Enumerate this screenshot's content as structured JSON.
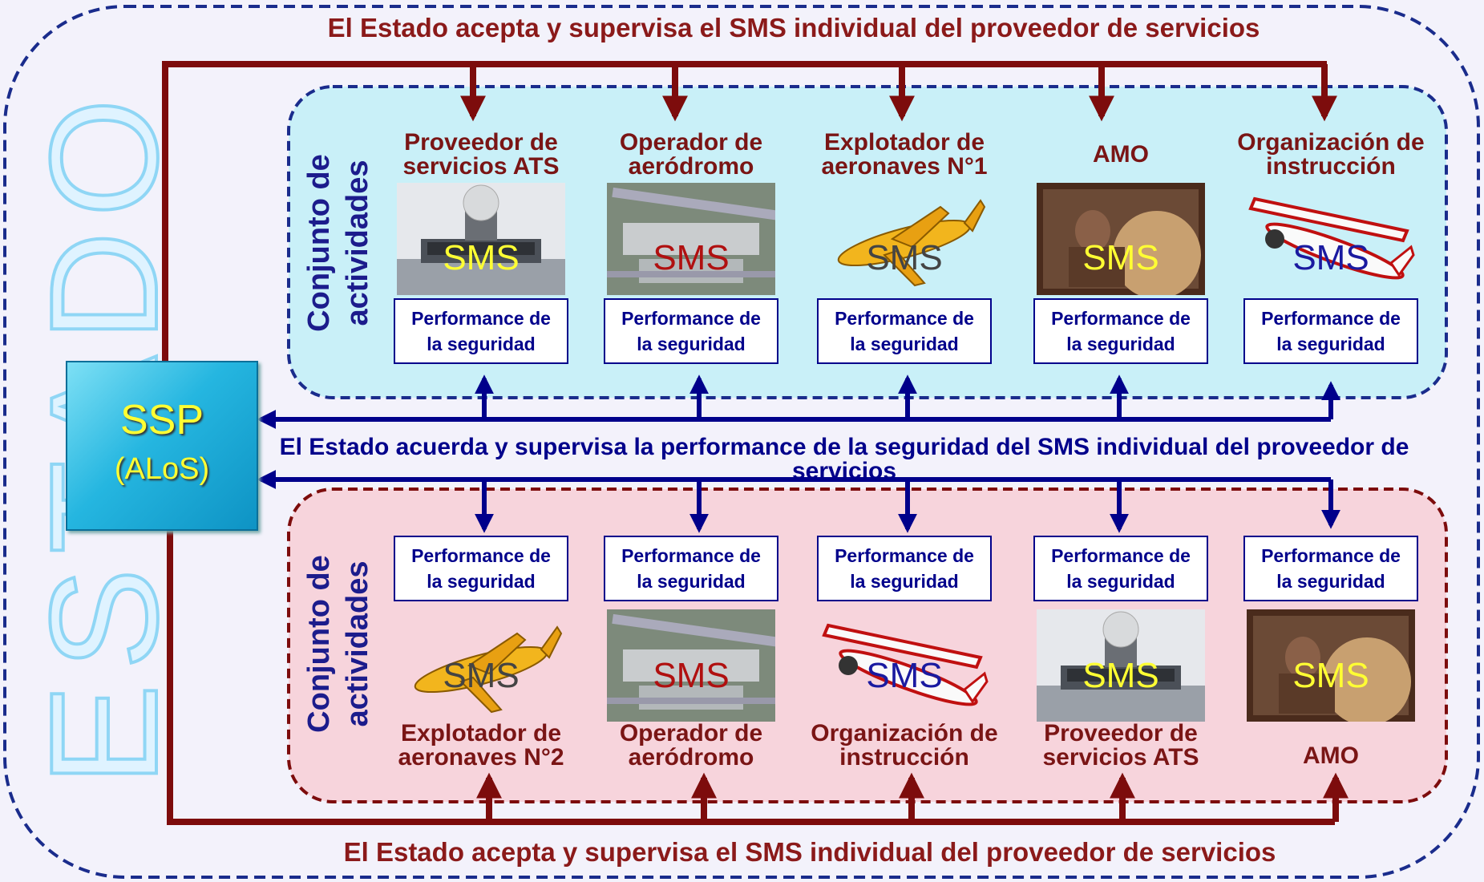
{
  "state_label": "ESTADO",
  "ssp": {
    "title": "SSP",
    "subtitle": "(ALoS)"
  },
  "captions": {
    "top": "El Estado acepta y supervisa el SMS individual del proveedor de servicios",
    "middle": "El Estado acuerda y supervisa la performance de la seguridad del SMS individual del proveedor de servicios",
    "bottom": "El Estado acepta y supervisa el SMS individual del proveedor de servicios"
  },
  "group_title": "Conjunto de\nactividades",
  "sms_label": "SMS",
  "performance_label": "Performance de\nla seguridad",
  "top_group": [
    {
      "name": "Proveedor de\nservicios ATS",
      "image": "control-tower",
      "sms_color": "#ffff33"
    },
    {
      "name": "Operador de\naeródromo",
      "image": "airport-aerial",
      "sms_color": "#b01010"
    },
    {
      "name": "Explotador de\naeronaves N°1",
      "image": "yellow-airplane",
      "sms_color": "#444444"
    },
    {
      "name": "AMO",
      "image": "maintenance-technician",
      "sms_color": "#ffff33"
    },
    {
      "name": "Organización de\ninstrucción",
      "image": "training-airplane",
      "sms_color": "#1a1aa0"
    }
  ],
  "bottom_group": [
    {
      "name": "Explotador de\naeronaves N°2",
      "image": "yellow-airplane",
      "sms_color": "#444444"
    },
    {
      "name": "Operador de\naeródromo",
      "image": "airport-aerial",
      "sms_color": "#b01010"
    },
    {
      "name": "Organización de\ninstrucción",
      "image": "training-airplane",
      "sms_color": "#1a1aa0"
    },
    {
      "name": "Proveedor de\nservicios ATS",
      "image": "control-tower",
      "sms_color": "#ffff33"
    },
    {
      "name": "AMO",
      "image": "maintenance-technician",
      "sms_color": "#ffff33"
    }
  ],
  "colors": {
    "state_arrows": "#7d0c0c",
    "performance_arrows": "#00008b",
    "top_panel": "#c9f0f8",
    "bottom_panel": "#f7d4dc"
  }
}
